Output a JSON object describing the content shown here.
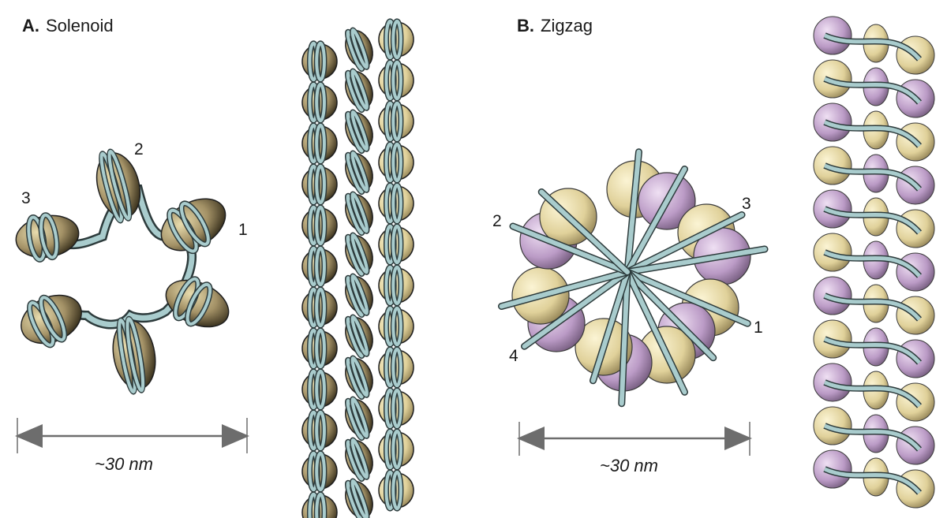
{
  "panels": [
    {
      "letter": "A.",
      "name": "Solenoid",
      "scale_label": "~30 nm",
      "nucleosome_labels": [
        "1",
        "2",
        "3"
      ]
    },
    {
      "letter": "B.",
      "name": "Zigzag",
      "scale_label": "~30 nm",
      "nucleosome_labels": [
        "1",
        "2",
        "3",
        "4"
      ]
    }
  ],
  "colors": {
    "dna": "#a9cccd",
    "dna_edge": "#2d3b3c",
    "histone_tan": "#e3d6a2",
    "histone_dark": "#6b5c3c",
    "histone_purple": "#c5a8cf",
    "arrow": "#6d6d6d"
  }
}
